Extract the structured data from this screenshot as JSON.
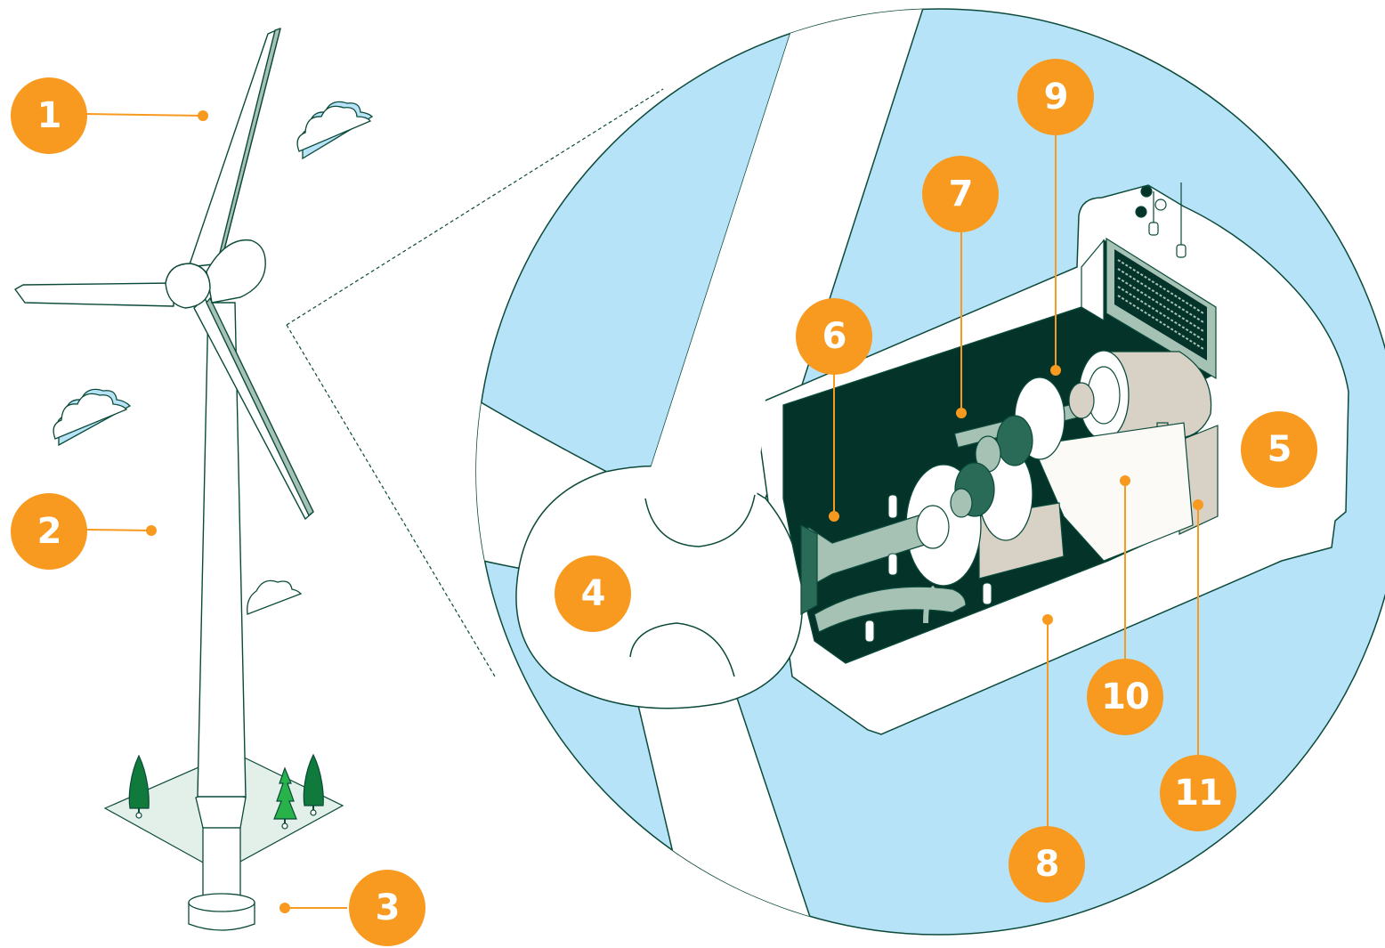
{
  "diagram": {
    "colors": {
      "accent": "#f79a1f",
      "outline": "#0b4a3a",
      "sky": "#b6e3f7",
      "interior": "#04332a",
      "shaft": "#a6c2b5",
      "housing": "#d8d1c6",
      "white": "#ffffff"
    },
    "callouts": [
      {
        "label": "1"
      },
      {
        "label": "2"
      },
      {
        "label": "3"
      },
      {
        "label": "4"
      },
      {
        "label": "5"
      },
      {
        "label": "6"
      },
      {
        "label": "7"
      },
      {
        "label": "8"
      },
      {
        "label": "9"
      },
      {
        "label": "10"
      },
      {
        "label": "11"
      }
    ]
  }
}
